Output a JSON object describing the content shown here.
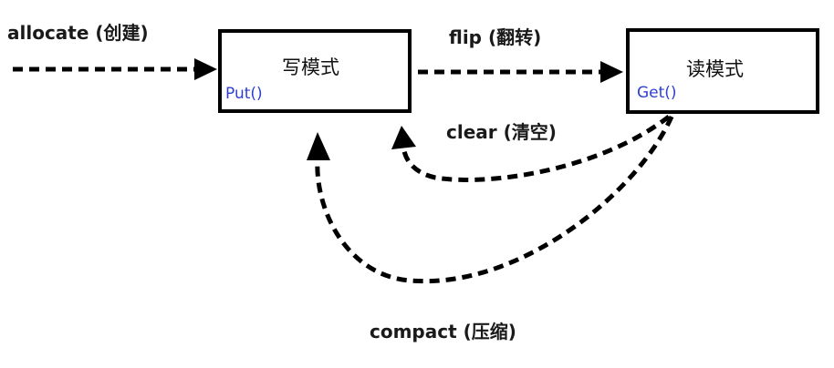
{
  "diagram": {
    "nodes": {
      "write": {
        "title": "写模式",
        "method": "Put()"
      },
      "read": {
        "title": "读模式",
        "method": "Get()"
      }
    },
    "edges": {
      "allocate": {
        "label": "allocate (创建)"
      },
      "flip": {
        "label": "flip (翻转)"
      },
      "clear": {
        "label": "clear (清空)"
      },
      "compact": {
        "label": "compact (压缩)"
      }
    },
    "colors": {
      "line": "#000000",
      "text": "#1a1a1a",
      "method": "#2f3fd0"
    }
  }
}
